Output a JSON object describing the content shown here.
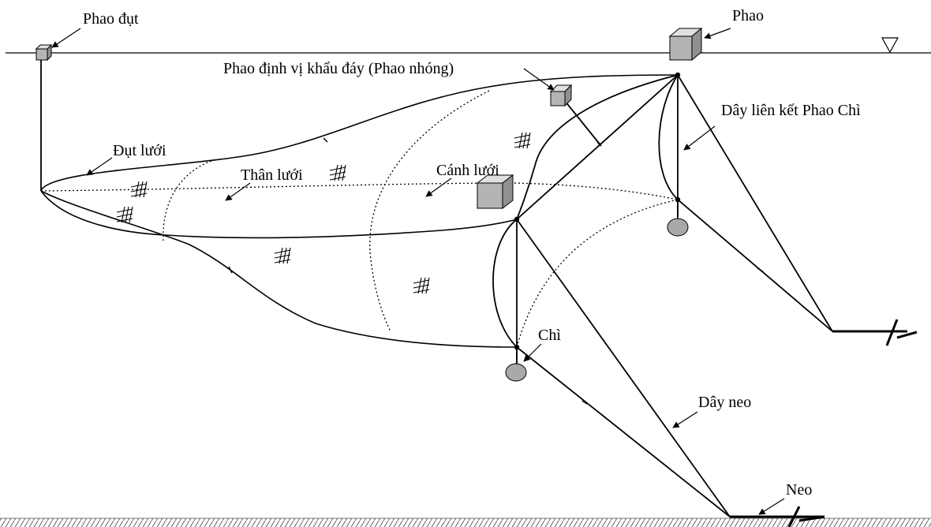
{
  "labels": {
    "phao_dut": "Phao đụt",
    "phao": "Phao",
    "phao_dinh_vi": "Phao định vị khẩu đáy (Phao nhóng)",
    "day_lien_ket": "Dây liên kết Phao Chì",
    "dut_luoi": "Đụt lưới",
    "than_luoi": "Thân lưới",
    "canh_luoi": "Cánh lưới",
    "chi": "Chì",
    "day_neo": "Dây neo",
    "neo": "Neo"
  },
  "icons": {
    "water_level": "water-level-triangle-icon",
    "float": "float-cube-icon",
    "sinker": "sinker-ellipse-icon",
    "anchor": "anchor-icon",
    "mesh": "net-mesh-hash-icon"
  },
  "colors": {
    "line": "#000000",
    "float_fill": "#b4b4b4",
    "sinker_fill": "#a9a9a9",
    "background": "#ffffff"
  }
}
